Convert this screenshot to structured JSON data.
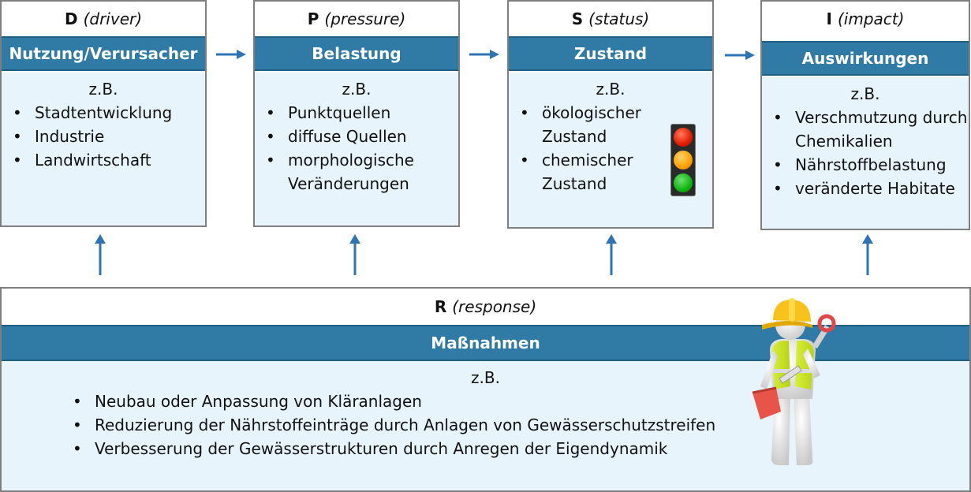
{
  "boxes": {
    "d": {
      "code": "D",
      "word": "(driver)",
      "title": "Nutzung/Verursacher",
      "zb": "z.B.",
      "items": [
        "Stadtentwicklung",
        "Industrie",
        "Landwirtschaft"
      ]
    },
    "p": {
      "code": "P",
      "word": "(pressure)",
      "title": "Belastung",
      "zb": "z.B.",
      "items": [
        "Punktquellen",
        "diffuse Quellen",
        "morphologische Veränderungen"
      ]
    },
    "s": {
      "code": "S",
      "word": "(status)",
      "title": "Zustand",
      "zb": "z.B.",
      "items": [
        "ökologischer Zustand",
        "chemischer Zustand"
      ]
    },
    "i": {
      "code": "I",
      "word": "(impact)",
      "title": "Auswirkungen",
      "zb": "z.B.",
      "items": [
        "Verschmutzung durch Chemikalien",
        "Nährstoffbelastung",
        "veränderte Habitate"
      ]
    }
  },
  "response": {
    "code": "R",
    "word": "(response)",
    "title": "Maßnahmen",
    "zb": "z.B.",
    "items": [
      "Neubau oder Anpassung von Kläranlagen",
      "Reduzierung der Nährstoffeinträge durch Anlagen von Gewässerschutzstreifen",
      "Verbesserung der Gewässerstrukturen durch Anregen der Eigendynamik"
    ]
  },
  "icons": {
    "arrow": "arrow-icon",
    "traffic_light": "traffic-light-icon",
    "worker": "construction-worker-figure"
  },
  "colors": {
    "band": "#2f7ba5",
    "body": "#e7f4fb",
    "arrow": "#2e74b5",
    "border": "#7f7f7f"
  }
}
